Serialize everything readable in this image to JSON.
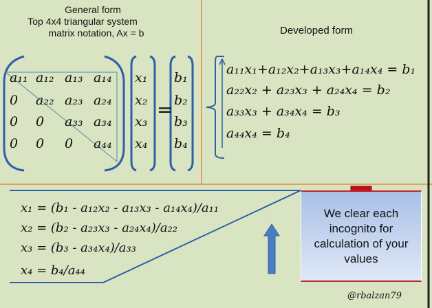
{
  "general": {
    "title1": "General form",
    "title2": "Top 4x4 triangular system",
    "title3": "matrix notation, Ax = b"
  },
  "developed": {
    "title": "Developed form"
  },
  "matrix": [
    [
      "a₁₁",
      "a₁₂",
      "a₁₃",
      "a₁₄"
    ],
    [
      "0",
      "a₂₂",
      "a₂₃",
      "a₂₄"
    ],
    [
      "0",
      "0",
      "a₃₃",
      "a₃₄"
    ],
    [
      "0",
      "0",
      "0",
      "a₄₄"
    ]
  ],
  "x_vector": [
    "x₁",
    "x₂",
    "x₃",
    "x₄"
  ],
  "b_vector": [
    "b₁",
    "b₂",
    "b₃",
    "b₄"
  ],
  "equals": "=",
  "equations": [
    "a₁₁x₁+a₁₂x₂+a₁₃x₃+a₁₄x₄ = b₁",
    "a₂₂x₂ + a₂₃x₃ + a₂₄x₄ = b₂",
    "a₃₃x₃ + a₃₄x₄ = b₃",
    "a₄₄x₄ = b₄"
  ],
  "back_substitution": [
    "x₁ = (b₁ - a₁₂x₂ - a₁₃x₃ - a₁₄x₄)/a₁₁",
    "x₂ = (b₂ - a₂₃x₃ - a₂₄x₄)/a₂₂",
    "x₃ = (b₃ - a₃₄x₄)/a₃₃",
    "x₄ = b₄/a₄₄"
  ],
  "note": "We clear each incognito for calculation of your values",
  "watermark": "@rbalzan79",
  "colors": {
    "background": "#d8e4c2",
    "divider": "#e0a060",
    "blue": "#2e5fa6",
    "red": "#c0282c"
  }
}
